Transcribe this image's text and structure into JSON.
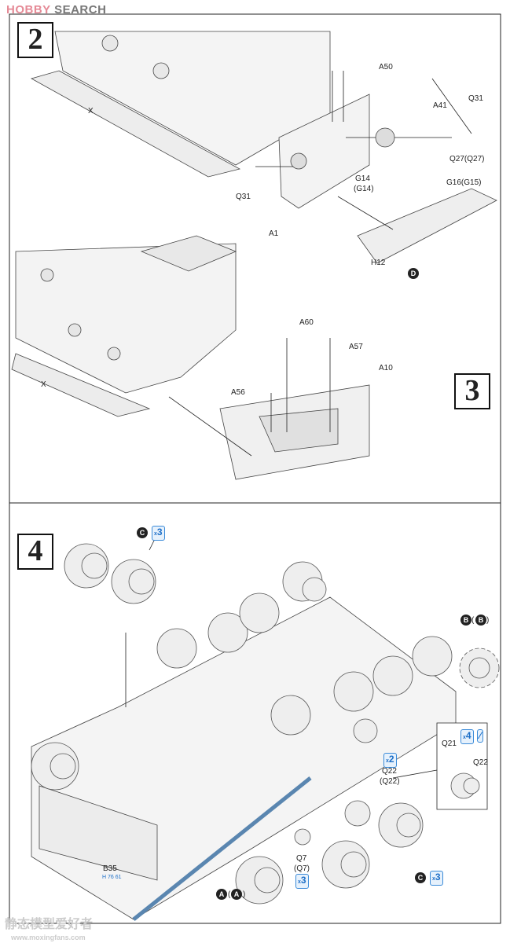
{
  "watermark": {
    "brand_a": "HOBBY",
    "brand_b": "SEARCH",
    "bottom_cn": "静态模型爱好者",
    "bottom_url": "www.moxingfans.com"
  },
  "steps": {
    "s2": "2",
    "s3": "3",
    "s4": "4"
  },
  "step2": {
    "x": "X",
    "a50": "A50",
    "a41": "A41",
    "q31_right": "Q31",
    "q27": "Q27(Q27)",
    "g16": "G16(G15)",
    "g14": "G14",
    "g14b": "(G14)",
    "q31_left": "Q31",
    "a1": "A1",
    "h12": "H12",
    "d": "D"
  },
  "step3": {
    "x": "X",
    "a60": "A60",
    "a57": "A57",
    "a56": "A56",
    "a10": "A10"
  },
  "step4": {
    "c_top": "C",
    "c_top_qty": "3",
    "bb_1": "B",
    "bb_2": "B",
    "q21": "Q21",
    "q22_inset": "Q22",
    "inset_qty": "4",
    "q22_qty": "2",
    "q22": "Q22",
    "q22b": "(Q22)",
    "c_bot": "C",
    "c_bot_qty": "3",
    "b35": "B35",
    "b35_ref": "H 76 61",
    "q7": "Q7",
    "q7b": "(Q7)",
    "q7_qty": "3",
    "aa_1": "A",
    "aa_2": "A"
  },
  "colors": {
    "accent": "#3a8ad8",
    "rod": "#5a86b0"
  }
}
